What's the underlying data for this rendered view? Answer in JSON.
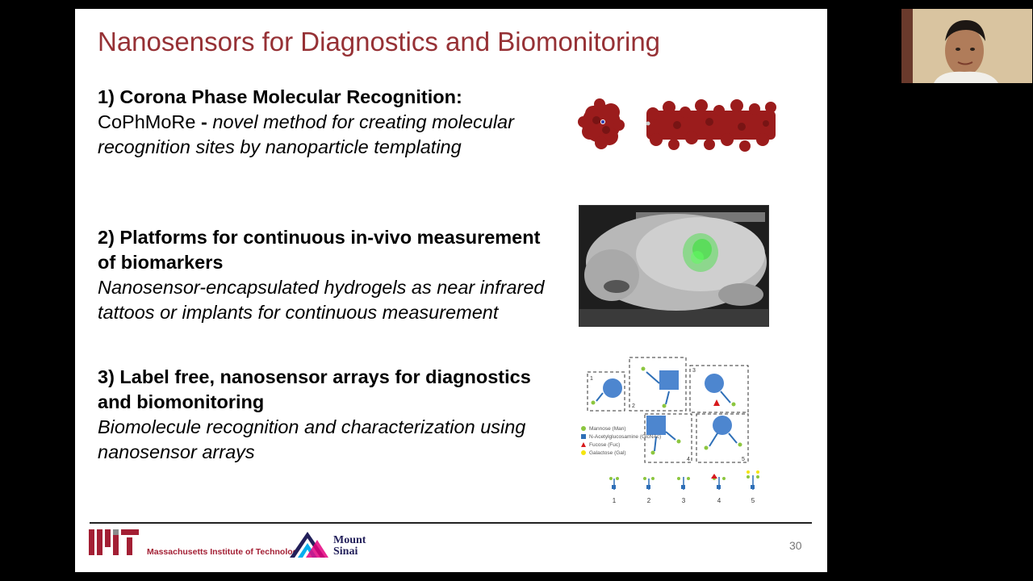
{
  "slide": {
    "title": "Nanosensors for Diagnostics and Biomonitoring",
    "items": [
      {
        "heading": "1) Corona Phase Molecular Recognition:",
        "lead": "CoPhMoRe",
        "separator": " - ",
        "description": "novel method for creating molecular recognition sites by nanoparticle templating"
      },
      {
        "heading": "2) Platforms for continuous in-vivo measurement of biomarkers",
        "description": "Nanosensor-encapsulated hydrogels as near infrared tattoos or implants for continuous measurement"
      },
      {
        "heading": "3) Label free, nanosensor arrays for diagnostics and biomonitoring",
        "description": "Biomolecule recognition and characterization using nanosensor arrays"
      }
    ],
    "glycan_figure": {
      "legend": [
        {
          "label": "Mannose (Man)",
          "color": "#8cc63f",
          "shape": "circle"
        },
        {
          "label": "N-Acetylglucosamine (GlcNAc)",
          "color": "#2e6fb7",
          "shape": "square"
        },
        {
          "label": "Fucose (Fuc)",
          "color": "#d7191c",
          "shape": "triangle"
        },
        {
          "label": "Galactose (Gal)",
          "color": "#f5e50f",
          "shape": "circle"
        }
      ],
      "box_numbers": [
        "1",
        "2",
        "3",
        "4",
        "5"
      ],
      "structure_labels": [
        "1",
        "2",
        "3",
        "4",
        "5"
      ]
    },
    "footer": {
      "institution": "Massachusetts Institute of Technology",
      "partner_line1": "Mount",
      "partner_line2": "Sinai",
      "page_number": "30"
    },
    "colors": {
      "title": "#963135",
      "mit_red": "#a31f34",
      "sinai_navy": "#221f5a",
      "protein_red": "#9b1c1c",
      "fluorescence_green": "#3ce03c"
    }
  }
}
